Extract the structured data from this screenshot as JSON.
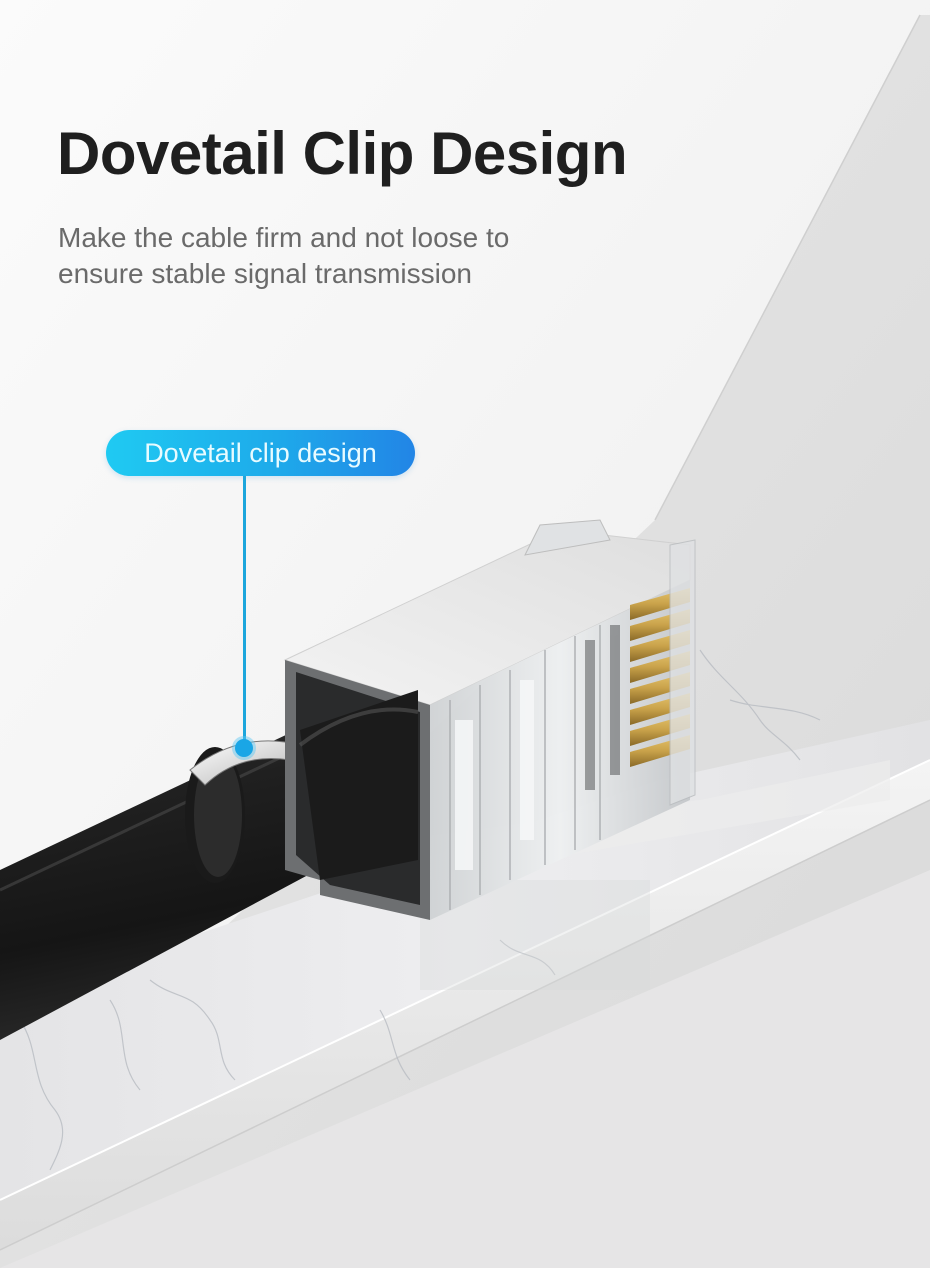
{
  "headline": "Dovetail Clip Design",
  "subheadline": "Make the cable firm and not loose to ensure stable signal transmission",
  "callout": {
    "label": "Dovetail clip design",
    "gradient_start": "#1fcaf2",
    "gradient_end": "#2285e6",
    "line_color": "#1ca6dc"
  },
  "product_image": {
    "subject": "shielded RJ45 connector with black cable",
    "gold_pin_count": 8,
    "surface": "white marble slab"
  },
  "colors": {
    "background": "#f3f3f3",
    "headline": "#1f1f1f",
    "subheadline": "#6a6a6a",
    "gold_pin": "#c9a24a",
    "cable": "#1c1c1c"
  }
}
